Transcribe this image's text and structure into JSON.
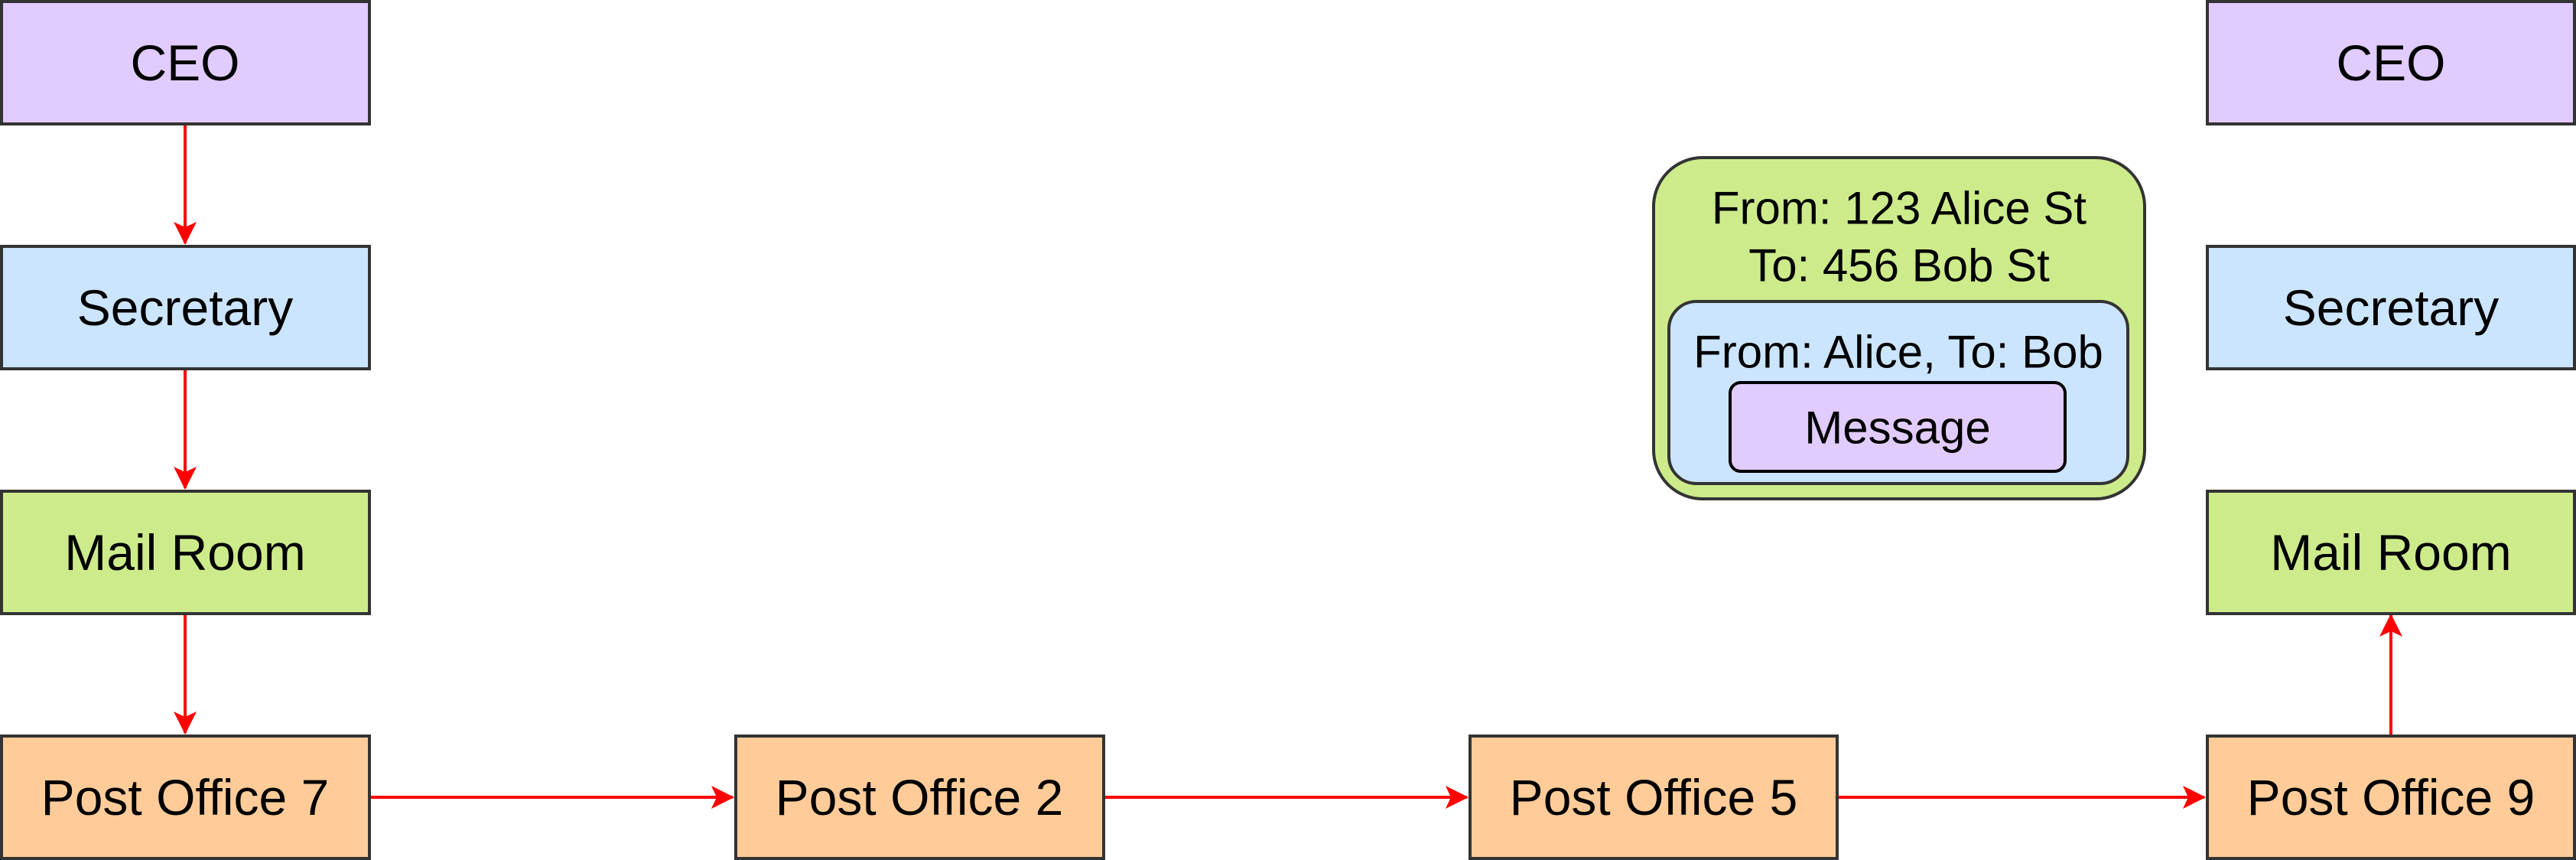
{
  "diagram": {
    "colors": {
      "purple": "#e1ccff",
      "blue": "#cce5ff",
      "green": "#cdeb8b",
      "orange": "#ffcc99",
      "border": "#333333",
      "arrow": "#ff0000"
    },
    "left_stack": {
      "ceo": "CEO",
      "secretary": "Secretary",
      "mail_room": "Mail Room",
      "post_office": "Post Office 7"
    },
    "route": {
      "post_office_2": "Post Office 2",
      "post_office_5": "Post Office 5"
    },
    "right_stack": {
      "ceo": "CEO",
      "secretary": "Secretary",
      "mail_room": "Mail Room",
      "post_office": "Post Office 9"
    },
    "envelope": {
      "outer_line1": "From: 123 Alice St",
      "outer_line2": "To: 456 Bob St",
      "inner_line": "From: Alice, To: Bob",
      "message": "Message"
    }
  }
}
